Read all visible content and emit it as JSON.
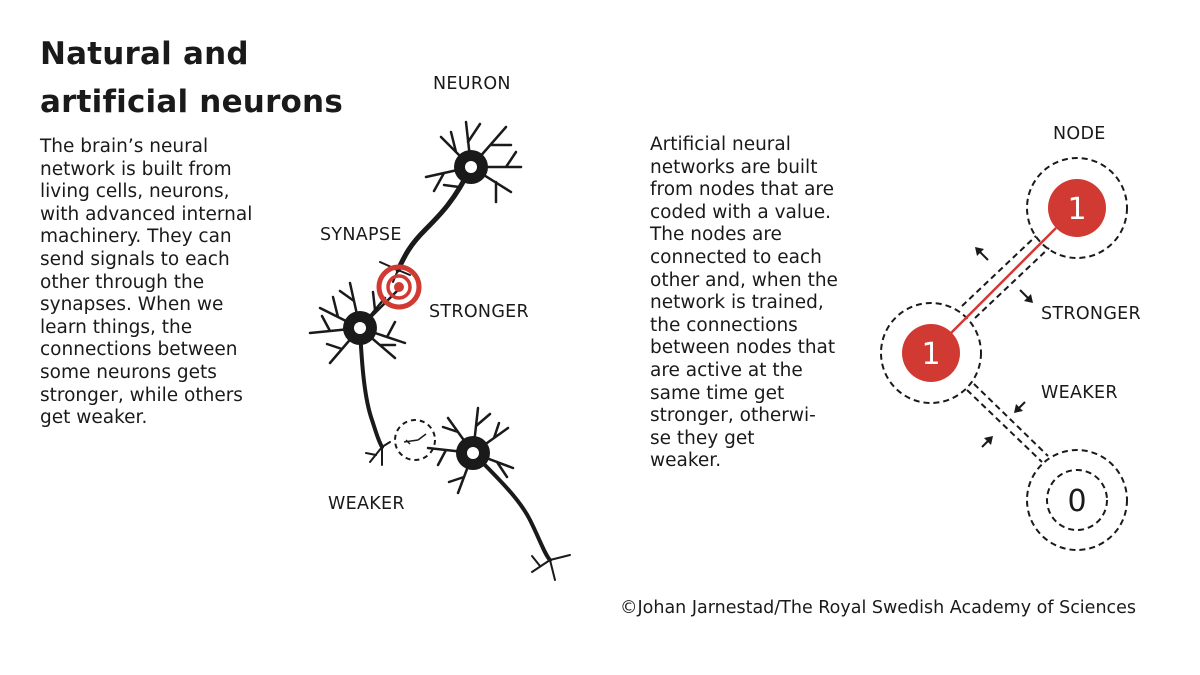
{
  "title": [
    "Natural and",
    "artificial neurons"
  ],
  "left_text": [
    "The brain’s neural",
    "network is built from",
    "living cells, neurons,",
    "with advanced internal",
    "machinery. They can",
    "send signals to each",
    "other through the",
    "synapses. When we",
    "learn things, the",
    "connections between",
    "some neurons gets",
    "stronger, while others",
    "get weaker."
  ],
  "right_text": [
    "Artificial neural",
    "networks are built",
    "from nodes that are",
    "coded with a value.",
    "The nodes are",
    "connected to each",
    "other and, when the",
    "network is trained,",
    "the connections",
    "between nodes that",
    "are active at the",
    "same time get",
    "stronger, otherwi-",
    "se they get",
    "weaker."
  ],
  "neuron_labels": {
    "neuron": "NEURON",
    "synapse": "SYNAPSE",
    "stronger": "STRONGER",
    "weaker": "WEAKER"
  },
  "node_labels": {
    "node": "NODE",
    "stronger": "STRONGER",
    "weaker": "WEAKER"
  },
  "nodes": [
    {
      "value": "1"
    },
    {
      "value": "1"
    },
    {
      "value": "0"
    }
  ],
  "credit": "©Johan Jarnestad/The Royal Swedish Academy of Sciences",
  "colors": {
    "accent": "#d13a32",
    "ink": "#1a1a1a"
  }
}
